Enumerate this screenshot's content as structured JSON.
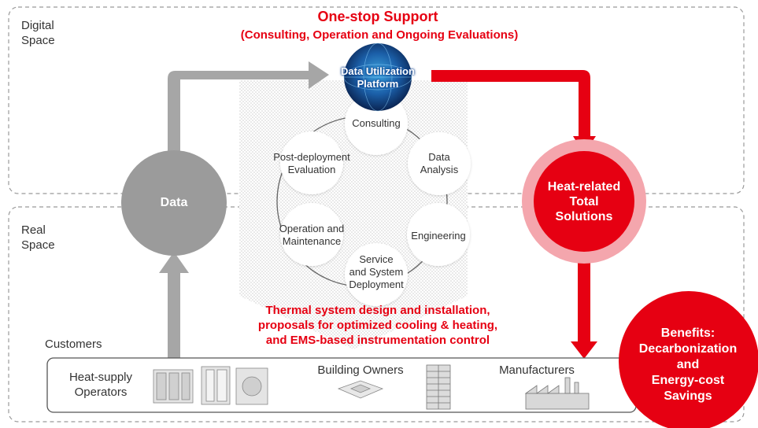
{
  "spaces": {
    "digital": "Digital\nSpace",
    "real": "Real\nSpace"
  },
  "header": {
    "title": "One-stop Support",
    "subtitle": "(Consulting, Operation and Ongoing Evaluations)"
  },
  "platform": {
    "label_line1": "Data Utilization",
    "label_line2": "Platform"
  },
  "data_circle": "Data",
  "solutions_circle": "Heat-related\nTotal\nSolutions",
  "cycle": {
    "consulting": "Consulting",
    "data_analysis": "Data\nAnalysis",
    "engineering": "Engineering",
    "service": "Service\nand System\nDeployment",
    "operation": "Operation and\nMaintenance",
    "post_deployment": "Post-deployment\nEvaluation"
  },
  "thermal_text": "Thermal system design and installation,\nproposals for optimized cooling & heating,\nand EMS-based instrumentation control",
  "customers": {
    "label": "Customers",
    "heat_supply": "Heat-supply\nOperators",
    "building_owners": "Building Owners",
    "manufacturers": "Manufacturers"
  },
  "benefits": "Benefits:\nDecarbonization\nand\nEnergy-cost\nSavings",
  "colors": {
    "accent_red": "#e60012",
    "gray_arrow": "#a6a6a6",
    "data_gray": "#9b9b9b",
    "halo_pink": "#f4a6ad",
    "dashed_border": "#999999"
  }
}
